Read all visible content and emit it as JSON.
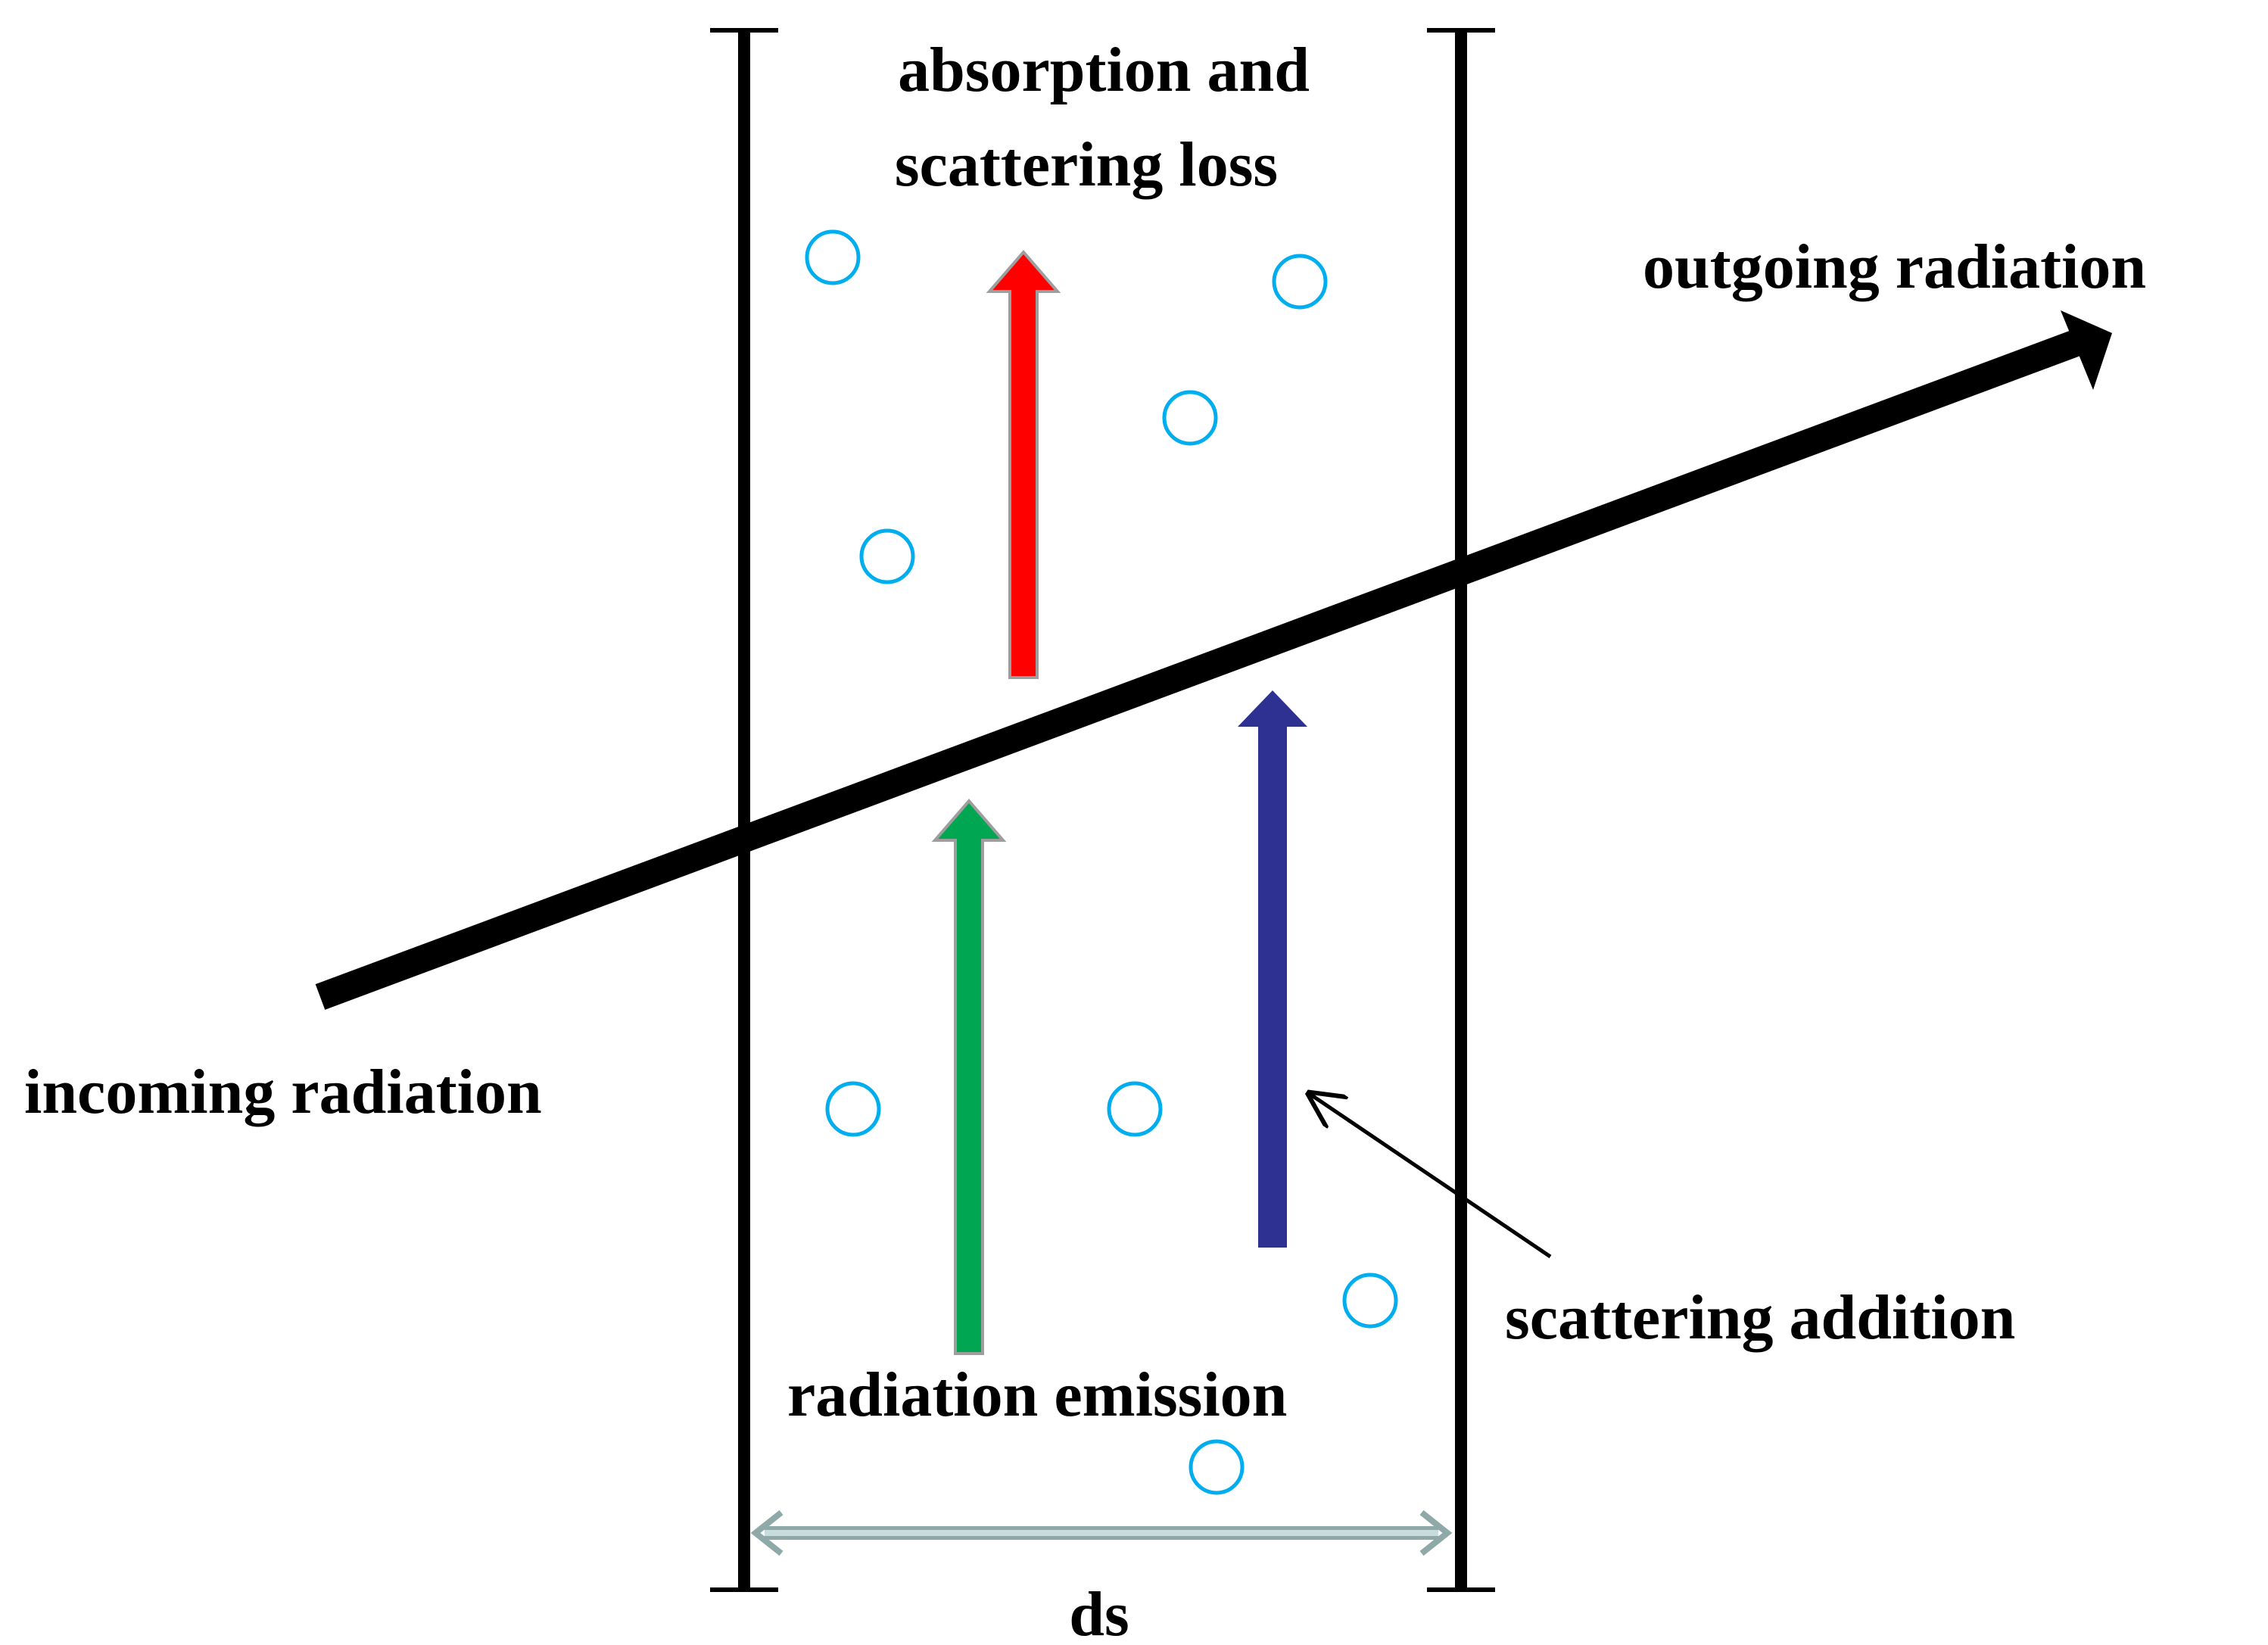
{
  "labels": {
    "absorption_line1": "absorption and",
    "absorption_line2": "scattering loss",
    "outgoing": "outgoing radiation",
    "incoming": "incoming radiation",
    "scattering_addition": "scattering addition",
    "emission": "radiation emission",
    "width": "ds"
  },
  "colors": {
    "beam": "#000000",
    "loss_arrow": "#ff0000",
    "emission_arrow": "#00a651",
    "scattering_arrow": "#2e3192",
    "particle": "#00aeef",
    "ds_arrow": "#c9dcdc"
  }
}
